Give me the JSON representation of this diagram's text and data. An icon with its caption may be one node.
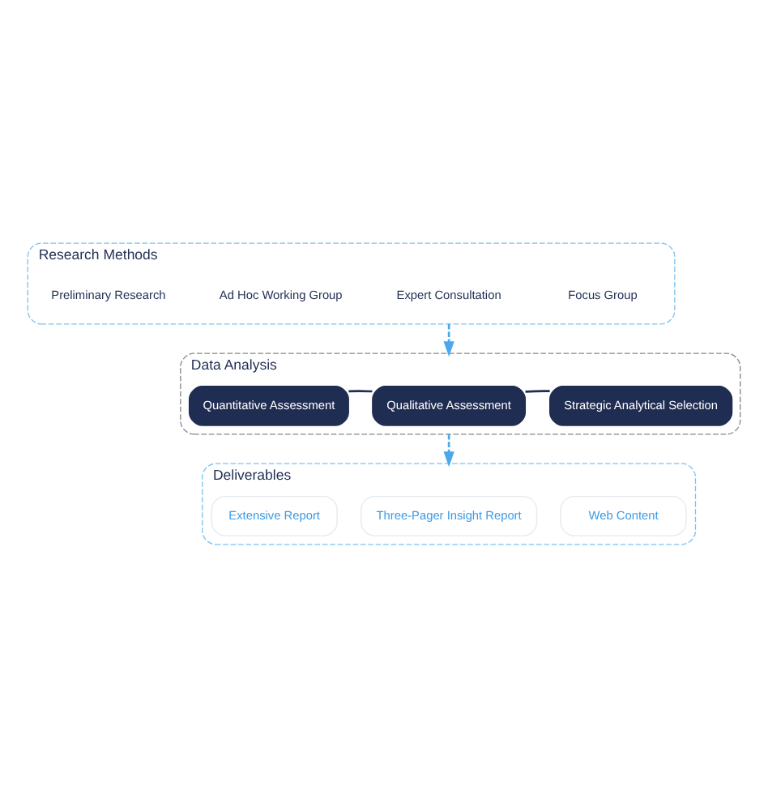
{
  "diagram": {
    "nodes": [
      {
        "text": [
          "Research Methods"
        ]
      },
      {
        "text": [
          "Preliminary Research"
        ],
        "in": 0
      },
      {
        "text": [
          "Ad Hoc Working Group"
        ],
        "in": 0
      },
      {
        "text": [
          "Expert Consultation"
        ],
        "in": 0
      },
      {
        "text": [
          "Focus Group"
        ],
        "in": 0
      },
      {
        "text": [
          "Data Analysis"
        ]
      },
      {
        "text": [
          "Quantitative Assessment"
        ],
        "in": 5
      },
      {
        "text": [
          "Qualitative Assessment"
        ],
        "in": 5
      },
      {
        "text": [
          "Strategic Analytical Selection"
        ],
        "in": 5
      },
      {
        "text": [
          "Deliverables"
        ]
      },
      {
        "text": [
          "Extensive Report"
        ],
        "in": 9
      },
      {
        "text": [
          "Three-Pager Insight Report"
        ],
        "in": 9
      },
      {
        "text": [
          "Web Content"
        ],
        "in": 9
      }
    ],
    "edges": [
      {
        "from": 0,
        "to": 5,
        "arrow": "to",
        "style": "dashed",
        "color": "#4aa8ec"
      },
      {
        "from": 6,
        "to": 7,
        "arrow": "none",
        "color": "#1f2d52"
      },
      {
        "from": 7,
        "to": 8,
        "arrow": "none",
        "color": "#1f2d52"
      },
      {
        "from": 5,
        "to": 9,
        "arrow": "to",
        "style": "dashed",
        "color": "#4aa8ec"
      }
    ]
  }
}
